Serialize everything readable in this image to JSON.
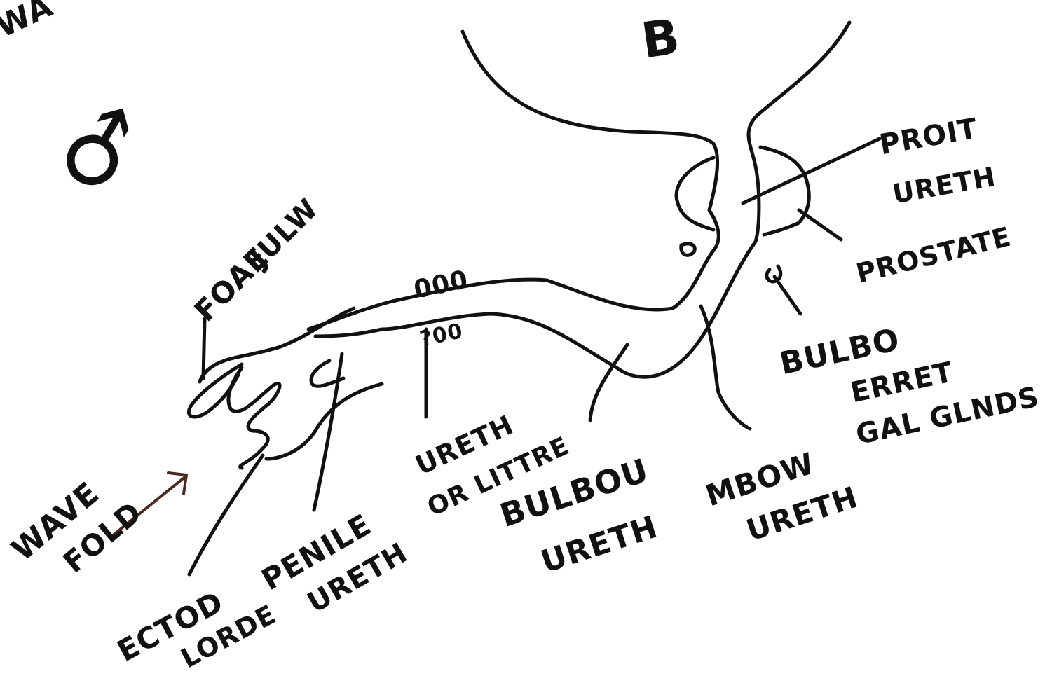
{
  "colors": {
    "ink": "#111111",
    "arrow": "#4a2a20",
    "paper": "#ffffff"
  },
  "header": {
    "corner_text": "WA",
    "male_symbol": "♂",
    "panel_letter": "B"
  },
  "labels": {
    "fossa_line1": "FOAE",
    "fossa_line2": "JULW",
    "dots_upper": "000",
    "dots_lower": "?00",
    "prost_line1": "PROIT",
    "prost_line2": "URETH",
    "prostate": "PROSTATE",
    "bulbo_line1": "BULBO",
    "bulbo_line2": "ERRET",
    "bulbo_line3": "GAL GLNDS",
    "urethral_line1": "URETH",
    "urethral_line2": "OR LITTRE",
    "bulbous_line1": "BULBOU",
    "bulbous_line2": "URETH",
    "membranous_line1": "MBOW",
    "membranous_line2": "URETH",
    "wave_line1": "WAVE",
    "wave_line2": "FOLD",
    "ectoderm_line1": "ECTOD",
    "ectoderm_line2": "LORDE",
    "penile_line1": "PENILE",
    "penile_line2": "URETH"
  }
}
